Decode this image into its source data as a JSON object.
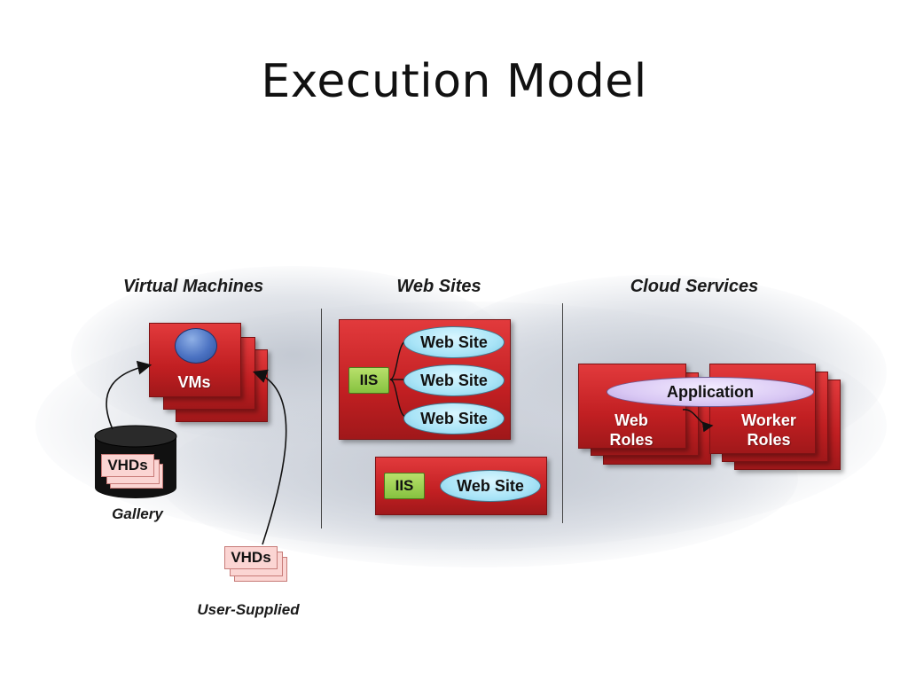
{
  "slide": {
    "title": "Execution Model"
  },
  "columns": {
    "virtual_machines": "Virtual Machines",
    "web_sites": "Web Sites",
    "cloud_services": "Cloud Services"
  },
  "vm": {
    "label": "VMs",
    "gallery_vhds": "VHDs",
    "gallery_label": "Gallery",
    "user_vhds": "VHDs",
    "user_label": "User-Supplied"
  },
  "web_sites": {
    "top": {
      "iis": "IIS",
      "sites": [
        "Web Site",
        "Web Site",
        "Web Site"
      ]
    },
    "bottom": {
      "iis": "IIS",
      "site": "Web Site"
    }
  },
  "cloud_services": {
    "application": "Application",
    "web_roles": "Web\nRoles",
    "worker_roles": "Worker\nRoles"
  },
  "colors": {
    "red": "#c11f22",
    "ellipse_blue": "#a9e4f7",
    "iis_green": "#86c240",
    "vhd_pink": "#fbd5d3",
    "application_purple": "#d9c8f4"
  }
}
